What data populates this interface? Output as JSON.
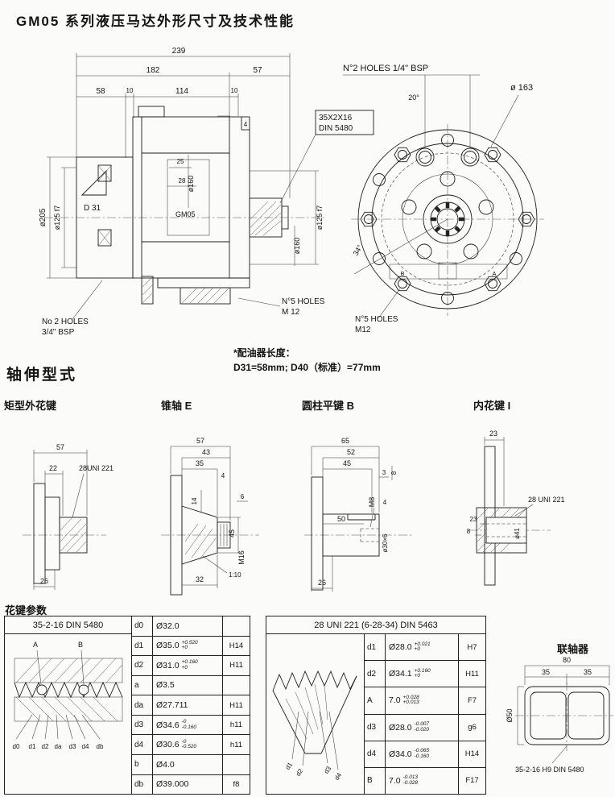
{
  "page": {
    "title": "GM05 系列液压马达外形尺寸及技术性能"
  },
  "sv": {
    "a239": "239",
    "a182": "182",
    "a57": "57",
    "a58": "58",
    "a10a": "10",
    "a114": "114",
    "a10b": "10",
    "a25": "25",
    "a28": "28",
    "a4": "4",
    "d205": "ø205",
    "d125l": "ø125 f7",
    "d125r": "ø125 f7",
    "d160i": "ø160",
    "d160r": "ø160",
    "d31": "D 31",
    "gm05": "GM05",
    "din1": "35X2X16",
    "din2": "DIN 5480",
    "m12a": "N°5 HOLES",
    "m12b": "M 12",
    "bsp1": "No 2 HOLES",
    "bsp2": "3/4\" BSP"
  },
  "fv": {
    "bsp": "N°2 HOLES 1/4\" BSP",
    "d163": "ø 163",
    "a20": "20°",
    "a34": "34°",
    "m12a": "N°5 HOLES",
    "m12b": "M12",
    "pb": "B",
    "pa": "A"
  },
  "note": {
    "n1": "*配油器长度：",
    "n2": "D31=58mm; D40（标准）=77mm"
  },
  "sec": {
    "t": "轴伸型式"
  },
  "s1": {
    "name": "矩型外花键",
    "a57": "57",
    "a22": "22",
    "uni": "28UNI 221",
    "a26": "26"
  },
  "s2": {
    "name": "锥轴 E",
    "a57": "57",
    "a43": "43",
    "a35": "35",
    "a4": "4",
    "a14": "14",
    "a6": "6",
    "a45": "45",
    "m16": "M16",
    "taper": "1:10",
    "a32": "32"
  },
  "s3": {
    "name": "圆柱平键 B",
    "a65": "65",
    "a52": "52",
    "a45": "45",
    "a3": "3",
    "a8": "8",
    "m8": "M8",
    "a4": "4",
    "a50": "50",
    "d30": "ø30×6",
    "a26": "26"
  },
  "s4": {
    "name": "内花键 I",
    "a23t": "23",
    "uni": "28 UNI 221",
    "a23": "23",
    "a8": "8",
    "d41": "ø41"
  },
  "tbl": {
    "label": "花键参数"
  },
  "t1": {
    "header": "35-2-16 DIN 5480",
    "la": "A",
    "lb": "B",
    "l": [
      "d0",
      "d1",
      "d2",
      "da",
      "d3",
      "d4",
      "db"
    ],
    "rows": [
      {
        "p": "d0",
        "v": "Ø32.0",
        "tt": "",
        "tb": "",
        "g": ""
      },
      {
        "p": "d1",
        "v": "Ø35.0",
        "tt": "+0.520",
        "tb": "+0",
        "g": "H14"
      },
      {
        "p": "d2",
        "v": "Ø31.0",
        "tt": "+0.160",
        "tb": "+0",
        "g": "H11"
      },
      {
        "p": "a",
        "v": "Ø3.5",
        "tt": "",
        "tb": "",
        "g": ""
      },
      {
        "p": "da",
        "v": "Ø27.711",
        "tt": "",
        "tb": "",
        "g": "H11"
      },
      {
        "p": "d3",
        "v": "Ø34.6",
        "tt": "-0",
        "tb": "-0.160",
        "g": "h11"
      },
      {
        "p": "d4",
        "v": "Ø30.6",
        "tt": "-0",
        "tb": "-0.520",
        "g": "h11"
      },
      {
        "p": "b",
        "v": "Ø4.0",
        "tt": "",
        "tb": "",
        "g": ""
      },
      {
        "p": "db",
        "v": "Ø39.000",
        "tt": "",
        "tb": "",
        "g": "f8"
      }
    ]
  },
  "t2": {
    "header": "28 UNI 221 (6-28-34) DIN 5463",
    "l": [
      "d1",
      "d2",
      "d3",
      "d4"
    ],
    "rows": [
      {
        "p": "d1",
        "v": "Ø28.0",
        "tt": "+0.021",
        "tb": "+0",
        "g": "H7"
      },
      {
        "p": "d2",
        "v": "Ø34.1",
        "tt": "+0.160",
        "tb": "+0",
        "g": "H11"
      },
      {
        "p": "A",
        "v": "7.0",
        "tt": "+0.028",
        "tb": "+0.013",
        "g": "F7"
      },
      {
        "p": "d3",
        "v": "Ø28.0",
        "tt": "-0.007",
        "tb": "-0.020",
        "g": "g6"
      },
      {
        "p": "d4",
        "v": "Ø34.0",
        "tt": "-0.065",
        "tb": "-0.160",
        "g": "H14"
      },
      {
        "p": "B",
        "v": "7.0",
        "tt": "-0.013",
        "tb": "-0.028",
        "g": "F17"
      }
    ]
  },
  "cp": {
    "title": "联轴器",
    "a80": "80",
    "a35a": "35",
    "a35b": "35",
    "d50": "Ø50",
    "cap": "35-2-16 H9 DIN 5480"
  }
}
